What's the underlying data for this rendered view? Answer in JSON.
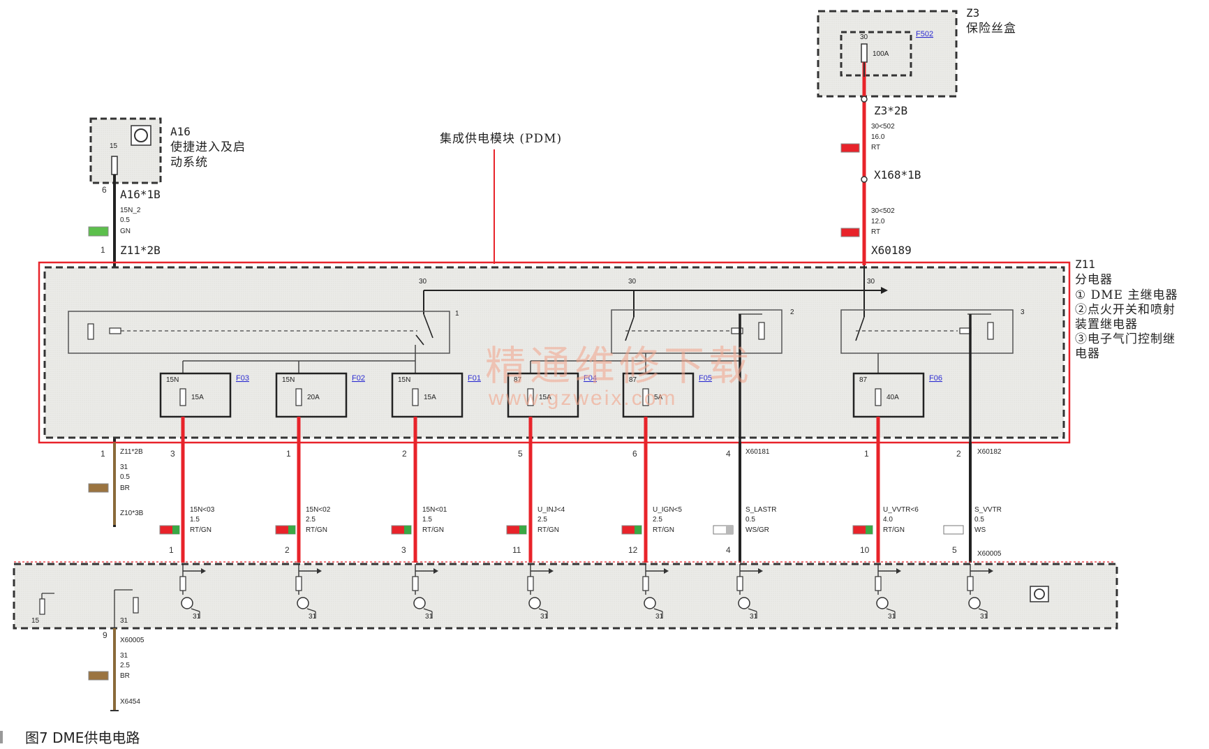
{
  "z3": {
    "code": "Z3",
    "name": "保险丝盒",
    "fuse": "F502",
    "terminal": "30",
    "rating": "100A"
  },
  "a16": {
    "code": "A16",
    "line1": "使捷进入及启",
    "line2": "动系统",
    "terminal": "15"
  },
  "pdm_label": "集成供电模块 (PDM)",
  "z11": {
    "code": "Z11",
    "title": "分电器",
    "items": [
      "① DME 主继电器",
      "②点火开关和喷射",
      "装置继电器",
      "③电子气门控制继",
      "电器"
    ]
  },
  "connectors": {
    "z3_2b": "Z3*2B",
    "x168_1b": "X168*1B",
    "x60189": "X60189",
    "a16_1b": "A16*1B",
    "z11_2b_top": "Z11*2B",
    "z11_2b_bot": "Z11*2B",
    "z10_3b": "Z10*3B",
    "x60181": "X60181",
    "x60182": "X60182",
    "x60005_a": "X60005",
    "x60005_b": "X60005",
    "x6454": "X6454"
  },
  "top_wires": {
    "z3_a": {
      "name": "30<502",
      "size": "16.0",
      "color": "RT"
    },
    "z3_b": {
      "name": "30<502",
      "size": "12.0",
      "color": "RT"
    },
    "a16": {
      "name": "15N_2",
      "size": "0.5",
      "color": "GN",
      "pin_top": "6",
      "pin_bot": "1"
    }
  },
  "relays": [
    {
      "num": "1",
      "t30": "30"
    },
    {
      "num": "2",
      "t30": "30"
    },
    {
      "num": "3",
      "t30": "30"
    }
  ],
  "fuses": [
    {
      "id": "F03",
      "term": "15N",
      "rating": "15A"
    },
    {
      "id": "F02",
      "term": "15N",
      "rating": "20A"
    },
    {
      "id": "F01",
      "term": "15N",
      "rating": "15A"
    },
    {
      "id": "F04",
      "term": "87",
      "rating": "15A"
    },
    {
      "id": "F05",
      "term": "87",
      "rating": "5A"
    },
    {
      "id": "F06",
      "term": "87",
      "rating": "40A"
    }
  ],
  "ground_wire": {
    "pin": "1",
    "name": "31",
    "size": "0.5",
    "color": "BR"
  },
  "ground_wire_bottom": {
    "pin": "9",
    "name": "31",
    "size": "2.5",
    "color": "BR"
  },
  "bottom_wires": [
    {
      "pin_top": "3",
      "name": "15N<03",
      "size": "1.5",
      "color": "RT/GN",
      "pin_bot": "1"
    },
    {
      "pin_top": "1",
      "name": "15N<02",
      "size": "2.5",
      "color": "RT/GN",
      "pin_bot": "2"
    },
    {
      "pin_top": "2",
      "name": "15N<01",
      "size": "1.5",
      "color": "RT/GN",
      "pin_bot": "3"
    },
    {
      "pin_top": "5",
      "name": "U_INJ<4",
      "size": "2.5",
      "color": "RT/GN",
      "pin_bot": "11"
    },
    {
      "pin_top": "6",
      "name": "U_IGN<5",
      "size": "2.5",
      "color": "RT/GN",
      "pin_bot": "12"
    },
    {
      "pin_top": "4",
      "name": "S_LASTR",
      "size": "0.5",
      "color": "WS/GR",
      "pin_bot": "4"
    },
    {
      "pin_top": "1",
      "name": "U_VVTR<6",
      "size": "4.0",
      "color": "RT/GN",
      "pin_bot": "10"
    },
    {
      "pin_top": "2",
      "name": "S_VVTR",
      "size": "0.5",
      "color": "WS",
      "pin_bot": "5"
    }
  ],
  "dme": {
    "left_pin_a": "15",
    "left_pin_b": "31",
    "ground": "31"
  },
  "watermark": {
    "line1": "精通维修下载",
    "line2": "www.gzweix.com"
  },
  "caption": "图7  DME供电电路",
  "colors": {
    "red_wire": "#e8232a",
    "black_wire": "#222222",
    "brown_wire": "#8a6a3a",
    "module_fill": "#ececea"
  }
}
